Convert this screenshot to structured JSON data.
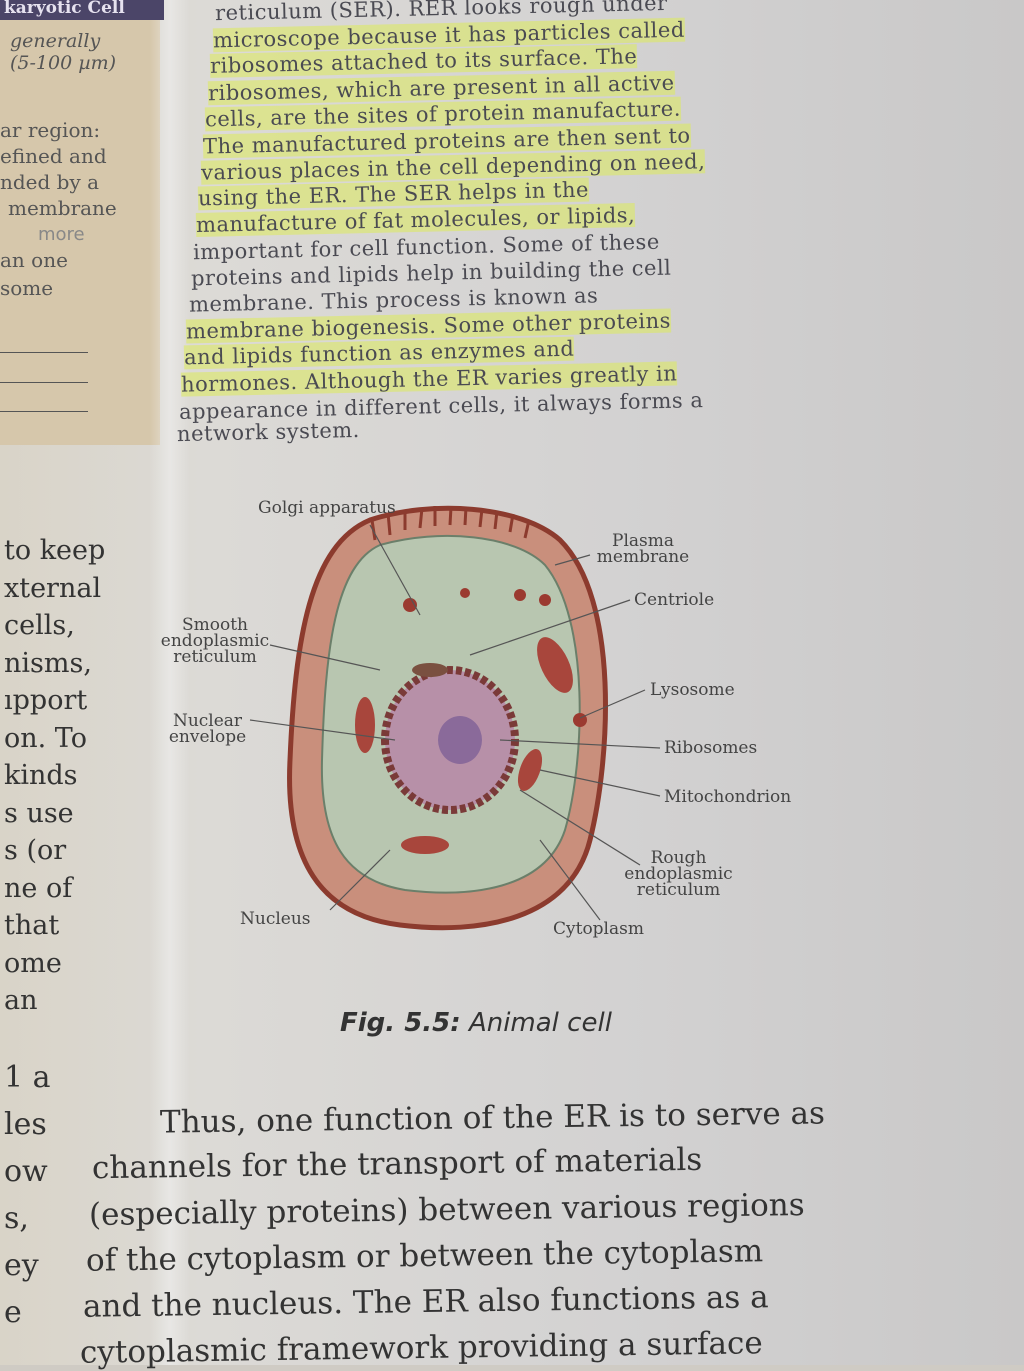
{
  "sidebar": {
    "header": "karyotic Cell",
    "lines_top": [
      "generally",
      "(5-100 µm)"
    ],
    "lines_mid": [
      "ar region:",
      "efined  and",
      "nded by a",
      "membrane"
    ],
    "handwritten": "more",
    "lines_low": [
      "an one",
      "some"
    ]
  },
  "main_text": {
    "lines": [
      "reticulum (SER). RER looks rough under",
      "microscope because it has particles called",
      "ribosomes attached to its surface. The",
      "ribosomes, which are present in all active",
      "cells, are the sites of protein manufacture.",
      "The manufactured proteins are then sent to",
      "various places in the cell depending on need,",
      "using the ER. The SER helps in the",
      "manufacture of fat molecules, or lipids,",
      "important for cell function. Some of these",
      "proteins and lipids help in building the cell",
      "membrane. This process is known as",
      "membrane biogenesis. Some other proteins",
      "and lipids function as enzymes and",
      "hormones. Although the ER varies greatly in",
      "appearance in different cells, it always forms a",
      "network system."
    ]
  },
  "left_margin": [
    "to keep",
    "xternal",
    "cells,",
    "nisms,",
    "ıpport",
    "on. To",
    "kinds",
    "s  use",
    "s  (or",
    "ne of",
    "that",
    "ome",
    "an",
    "1 a",
    "les",
    "ow",
    "s,",
    "ey",
    "e"
  ],
  "diagram": {
    "labels": {
      "golgi": "Golgi apparatus",
      "plasma": "Plasma membrane",
      "centriole": "Centriole",
      "ser": "Smooth endoplasmic reticulum",
      "lysosome": "Lysosome",
      "nuclear_env": "Nuclear envelope",
      "ribosomes": "Ribosomes",
      "mito": "Mitochondrion",
      "rer": "Rough endoplasmic reticulum",
      "nucleus": "Nucleus",
      "cytoplasm": "Cytoplasm"
    },
    "caption_num": "Fig. 5.5:",
    "caption_text": "Animal cell"
  },
  "bottom_text": {
    "lines": [
      "Thus, one function of the ER is to serve as",
      "channels for the transport of materials",
      "(especially proteins) between various regions",
      "of the cytoplasm or between the cytoplasm",
      "and the nucleus. The ER also functions as a",
      "cytoplasmic framework providing a surface"
    ]
  },
  "colors": {
    "highlight": "#dceb5a",
    "header": "#4b4568",
    "cell_membrane": "#8c3b2e",
    "cytoplasm": "#b8c6b0",
    "nucleus": "#9c6c8c"
  }
}
